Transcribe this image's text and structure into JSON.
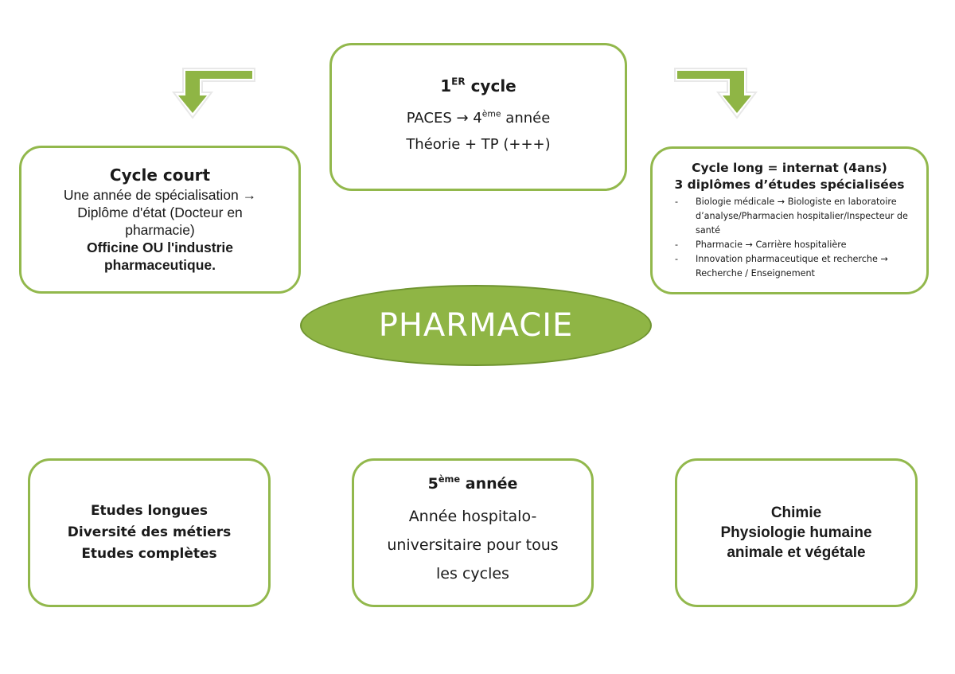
{
  "center": {
    "label": "PHARMACIE"
  },
  "first_cycle": {
    "title_number": "1",
    "title_sup": "ER",
    "title_text": " cycle",
    "line1_pre": "PACES → 4",
    "line1_sup": "ème",
    "line1_post": " année",
    "line2": "Théorie + TP  (+++)"
  },
  "short_cycle": {
    "title": "Cycle court",
    "lines": [
      "Une année de spécialisation →",
      "Diplôme d'état (Docteur en",
      "pharmacie)"
    ],
    "bold_lines": [
      "Officine  OU l'industrie",
      "pharmaceutique."
    ]
  },
  "long_cycle": {
    "title": "Cycle long = internat (4ans)",
    "subtitle": "3 diplômes d’études spécialisées",
    "bullet": "-",
    "items": [
      "Biologie médicale → Biologiste en laboratoire d’analyse/Pharmacien hospitalier/Inspecteur de santé",
      "Pharmacie → Carrière hospitalière",
      "Innovation pharmaceutique et recherche → Recherche / Enseignement"
    ]
  },
  "advantages": {
    "lines": [
      "Etudes longues",
      "Diversité des métiers",
      "Etudes complètes"
    ]
  },
  "fifth_year": {
    "title_number": "5",
    "title_sup": "ème",
    "title_text": " année",
    "lines": [
      "Année hospitalo-",
      "universitaire pour tous",
      "les cycles"
    ]
  },
  "subjects": {
    "lines": [
      "Chimie",
      "Physiologie humaine",
      "animale et végétale"
    ]
  },
  "colors": {
    "accent_green": "#8fb545",
    "border_green": "#92b84c",
    "text": "#1a1a1a"
  },
  "icons": {
    "left_arrow": "bent-arrow-down-left",
    "right_arrow": "bent-arrow-down-right"
  }
}
